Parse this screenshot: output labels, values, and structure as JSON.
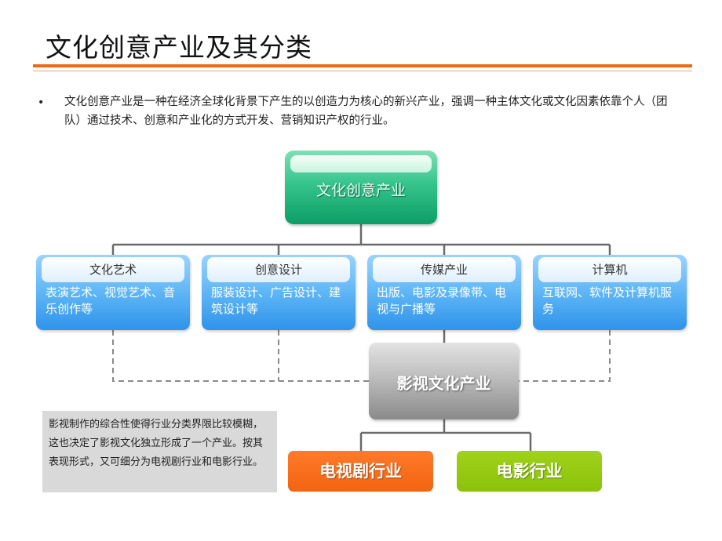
{
  "slide": {
    "title": "文化创意产业及其分类",
    "bullet": "文化创意产业是一种在经济全球化背景下产生的以创造力为核心的新兴产业，强调一种主体文化或文化因素依靠个人（团队）通过技术、创意和产业化的方式开发、营销知识产权的行业。"
  },
  "chart": {
    "root": "文化创意产业",
    "categories": [
      {
        "title": "文化艺术",
        "desc": "表演艺术、视觉艺术、音乐创作等"
      },
      {
        "title": "创意设计",
        "desc": "服装设计、广告设计、建筑设计等"
      },
      {
        "title": "传媒产业",
        "desc": "出版、电影及录像带、电视与广播等"
      },
      {
        "title": "计算机",
        "desc": "互联网、软件及计算机服务"
      }
    ],
    "sub": "影视文化产业",
    "leaves": [
      "电视剧行业",
      "电影行业"
    ],
    "note": "影视制作的综合性使得行业分类界限比较模糊，这也决定了影视文化独立形成了一个产业。按其表现形式，又可细分为电视剧行业和电影行业。"
  },
  "colors": {
    "accent_rule": "#ee6a12",
    "root_box": "#1aab73",
    "category_box": "#4aa8f2",
    "film_box": "#a6a6a6",
    "tv_box": "#f26411",
    "movie_box": "#8cc20b"
  }
}
